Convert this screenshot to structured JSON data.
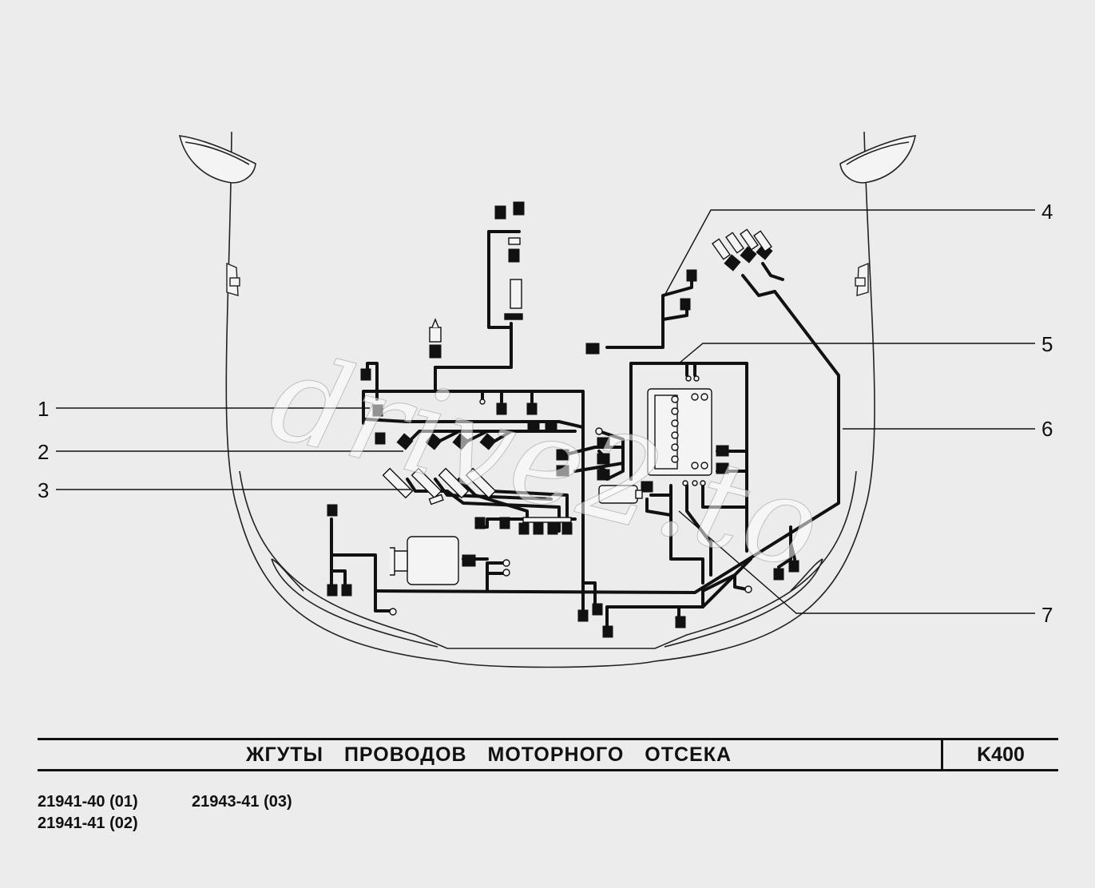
{
  "callouts": [
    {
      "id": "1",
      "label": "1"
    },
    {
      "id": "2",
      "label": "2"
    },
    {
      "id": "3",
      "label": "3"
    },
    {
      "id": "4",
      "label": "4"
    },
    {
      "id": "5",
      "label": "5"
    },
    {
      "id": "6",
      "label": "6"
    },
    {
      "id": "7",
      "label": "7"
    }
  ],
  "title_block": {
    "title": "ЖГУТЫ ПРОВОДОВ МОТОРНОГО ОТСЕКА",
    "code": "K400"
  },
  "variants": [
    "21941-40 (01)",
    "21941-41 (02)",
    "21943-41 (03)"
  ],
  "watermark": "drive2.to",
  "colors": {
    "background": "#ececec",
    "ink": "#111111"
  }
}
